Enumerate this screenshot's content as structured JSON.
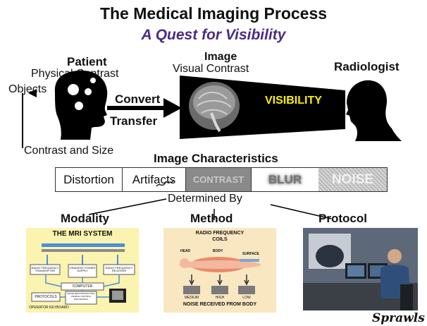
{
  "header": {
    "title": "The Medical Imaging Process",
    "subtitle": "A Quest for Visibility"
  },
  "top": {
    "patient_label": "Patient",
    "physical_contrast": "Physical Contrast",
    "objects": "Objects",
    "contrast_and_size": "Contrast and Size",
    "convert": "Convert",
    "transfer": "Transfer",
    "image_label": "Image",
    "visual_contrast": "Visual Contrast",
    "visibility": "VISIBILITY",
    "radiologist": "Radiologist"
  },
  "characteristics": {
    "heading": "Image Characteristics",
    "segments": [
      "Distortion",
      "Artifacts",
      "CONTRAST",
      "BLUR",
      "NOISE"
    ],
    "determined_by": "Determined  By"
  },
  "bottom": {
    "modality": "Modality",
    "method": "Method",
    "protocol": "Protocol",
    "mri": {
      "title": "THE MRI SYSTEM",
      "blocks": [
        "RADIO FREQUENCY TRANSMITTER",
        "GRADIENT POWER SUPPLY",
        "RADIO FREQUENCY RECEIVER",
        "COMPUTER",
        "PROTOCOLS",
        "IMAGE RECONSTRUCTION VIEWING CONTROL PROCESSING",
        "OPERATOR KEYBOARD"
      ]
    },
    "coils": {
      "title_line1": "RADIO FREQUENCY",
      "title_line2": "COILS",
      "labels": [
        "HEAD",
        "BODY",
        "SURFACE",
        "MEDIUM",
        "HIGH",
        "LOW"
      ],
      "footer": "NOISE RECEIVED FROM BODY"
    }
  },
  "signature": "Sprawls",
  "colors": {
    "subtitle_purple": "#4b2c86",
    "visibility_yellow": "#ffee00",
    "panel_yellow": "#fbf3b0",
    "panel_peach": "#f9e7c2"
  }
}
